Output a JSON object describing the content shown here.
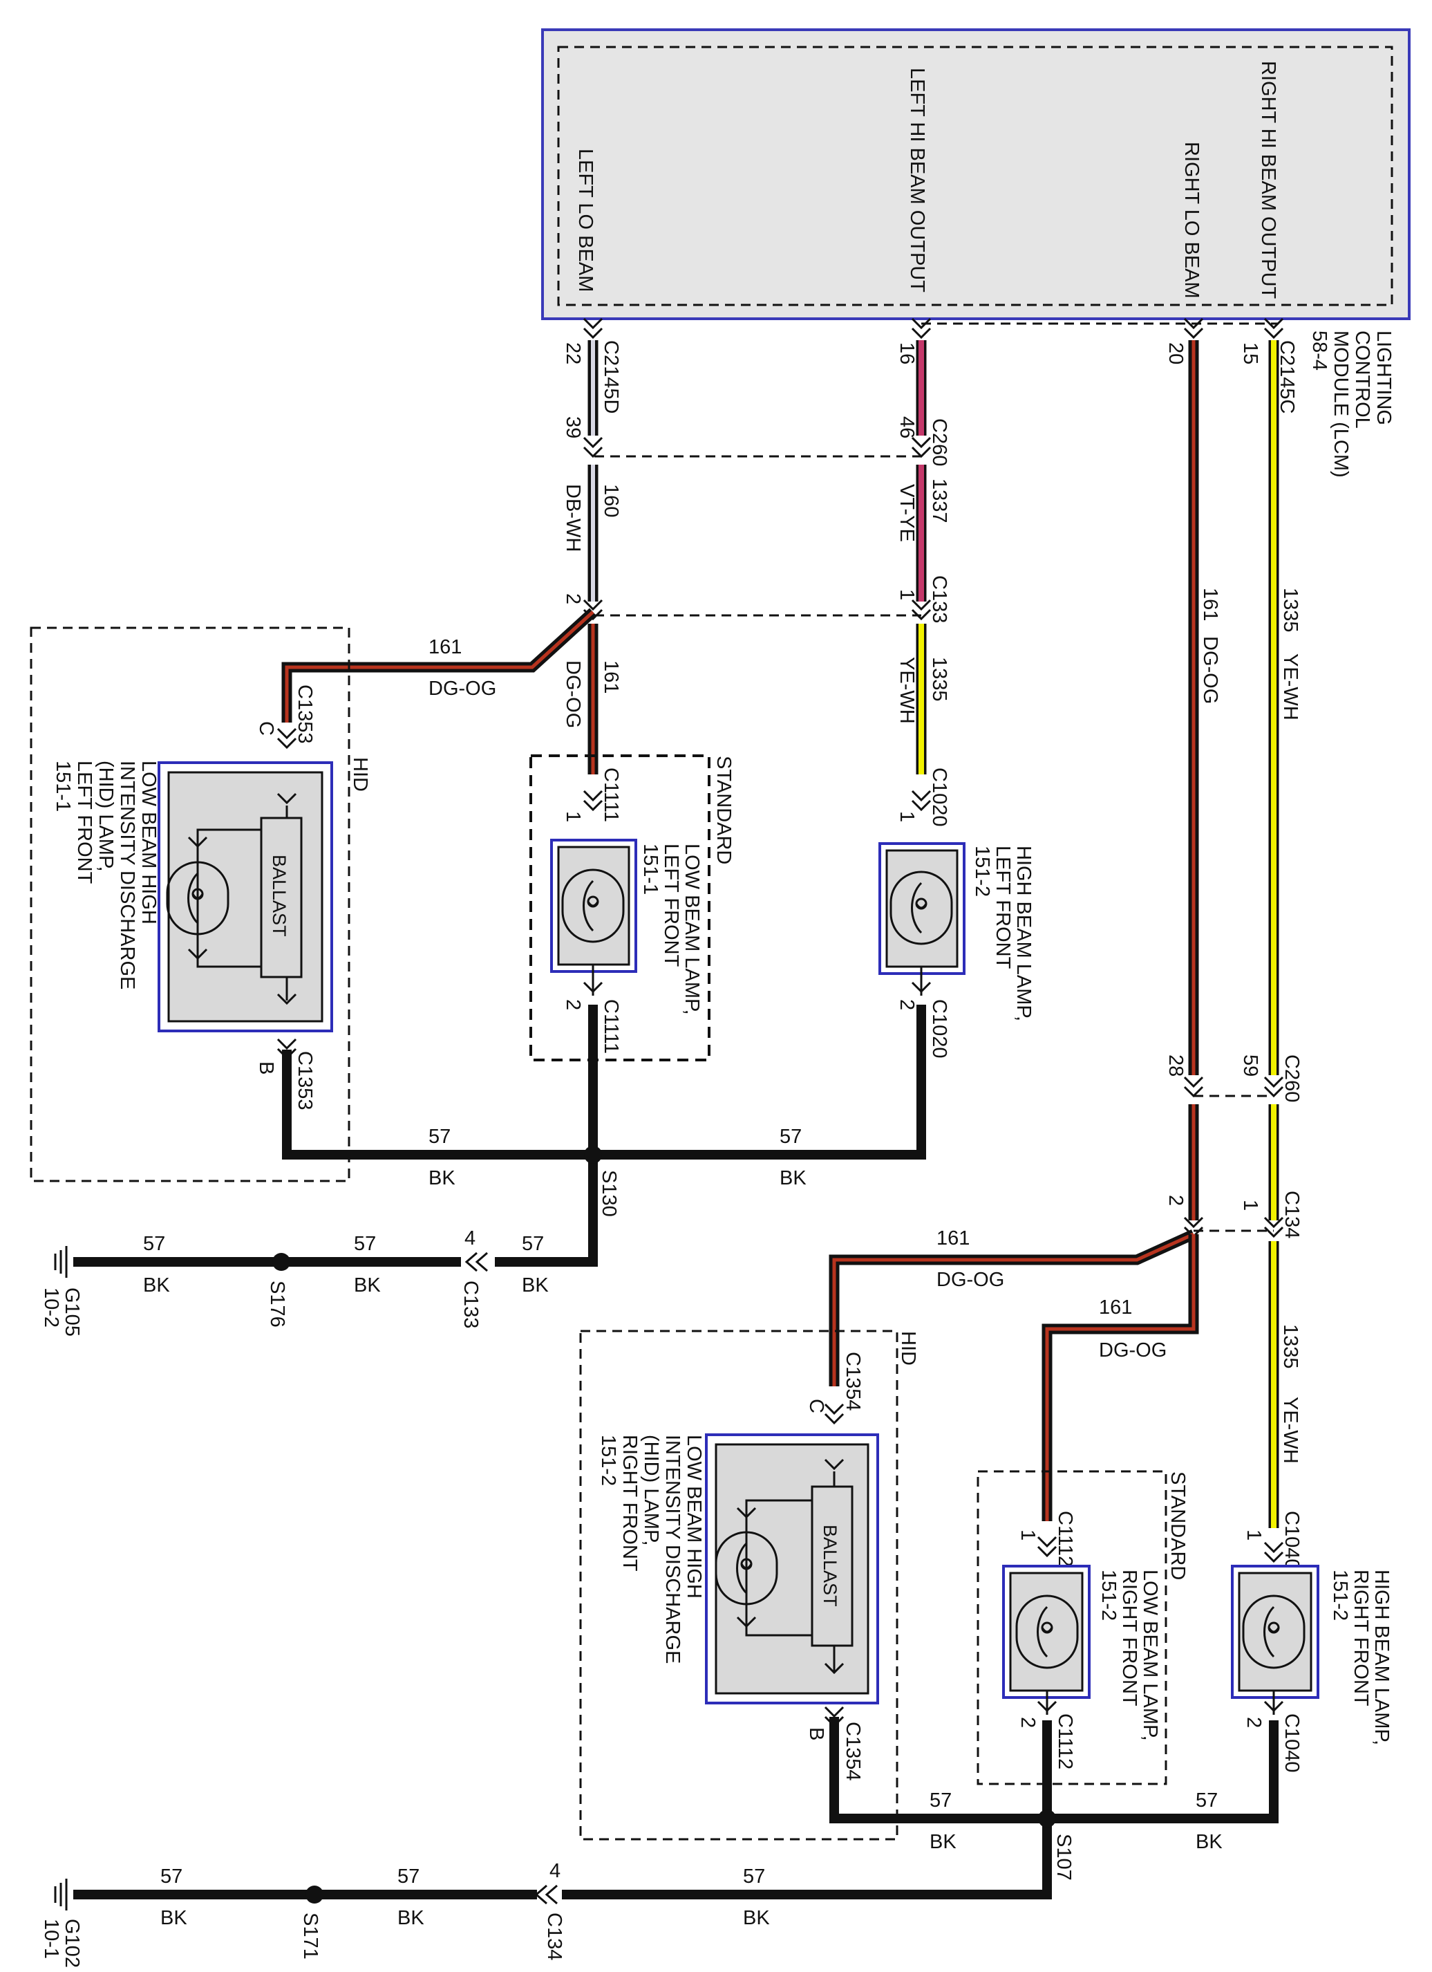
{
  "module": {
    "name_lines": [
      "LIGHTING",
      "CONTROL",
      "MODULE (LCM)",
      "58-4"
    ],
    "connector_left": "C2145D",
    "connector_right": "C2145C",
    "outputs": [
      {
        "label": "LEFT LO BEAM",
        "pin": "22"
      },
      {
        "label": "LEFT HI BEAM OUTPUT",
        "pin": "16"
      },
      {
        "label": "RIGHT LO BEAM",
        "pin": "20"
      },
      {
        "label": "RIGHT HI BEAM OUTPUT",
        "pin": "15"
      }
    ]
  },
  "connectors": {
    "c260_top": {
      "label": "C260",
      "pin_a": "39",
      "pin_b": "46"
    },
    "c260_right": {
      "label": "C260",
      "pin_a": "28",
      "pin_b": "59"
    },
    "c133": {
      "label": "C133",
      "pin_a": "2",
      "pin_b": "1"
    },
    "c134": {
      "label": "C134",
      "pin_a": "2",
      "pin_b": "1"
    },
    "c133_ground": {
      "label": "C133",
      "pin": "4"
    },
    "c134_ground": {
      "label": "C134",
      "pin": "4"
    }
  },
  "wires": {
    "lo_left_160": {
      "circuit": "160",
      "color": "DB-WH"
    },
    "hi_left_1337": {
      "circuit": "1337",
      "color": "VT-YE"
    },
    "lo_left_161": {
      "circuit": "161",
      "color": "DG-OG"
    },
    "hi_left_1335": {
      "circuit": "1335",
      "color": "YE-WH"
    },
    "hid_left_161": {
      "circuit": "161",
      "color": "DG-OG"
    },
    "lo_right_161": {
      "circuit": "161",
      "color": "DG-OG"
    },
    "hi_right_1335": {
      "circuit": "1335",
      "color": "YE-WH"
    },
    "lo_right_low_161": {
      "circuit": "161",
      "color": "DG-OG"
    },
    "hid_right_161": {
      "circuit": "161",
      "color": "DG-OG"
    },
    "hi_right_low_1335": {
      "circuit": "1335",
      "color": "YE-WH"
    },
    "gnd_circuit": "57",
    "gnd_color": "BK"
  },
  "components": {
    "hid_left": {
      "option": "HID",
      "connector": "C1353",
      "pin_in": "C",
      "pin_out": "B",
      "ballast": "BALLAST",
      "name_lines": [
        "LOW BEAM HIGH",
        "INTENSITY DISCHARGE",
        "(HID) LAMP,",
        "LEFT FRONT",
        "151-1"
      ]
    },
    "lo_left": {
      "option": "STANDARD",
      "connector": "C1111",
      "pin_in": "1",
      "pin_out": "2",
      "name_lines": [
        "LOW BEAM LAMP,",
        "LEFT FRONT",
        "151-1"
      ]
    },
    "hi_left": {
      "connector": "C1020",
      "pin_in": "1",
      "pin_out": "2",
      "name_lines": [
        "HIGH BEAM LAMP,",
        "LEFT FRONT",
        "151-2"
      ]
    },
    "hid_right": {
      "option": "HID",
      "connector": "C1354",
      "pin_in": "C",
      "pin_out": "B",
      "ballast": "BALLAST",
      "name_lines": [
        "LOW BEAM HIGH",
        "INTENSITY DISCHARGE",
        "(HID) LAMP,",
        "RIGHT FRONT",
        "151-2"
      ]
    },
    "lo_right": {
      "option": "STANDARD",
      "connector": "C1112",
      "pin_in": "1",
      "pin_out": "2",
      "name_lines": [
        "LOW BEAM LAMP,",
        "RIGHT FRONT",
        "151-2"
      ]
    },
    "hi_right": {
      "connector": "C1040",
      "pin_in": "1",
      "pin_out": "2",
      "name_lines": [
        "HIGH BEAM LAMP,",
        "RIGHT FRONT",
        "151-2"
      ]
    }
  },
  "splices": {
    "s130": "S130",
    "s176": "S176",
    "s107": "S107",
    "s171": "S171"
  },
  "grounds": {
    "g105": {
      "label": "G105",
      "ref": "10-2"
    },
    "g102": {
      "label": "G102",
      "ref": "10-1"
    }
  }
}
